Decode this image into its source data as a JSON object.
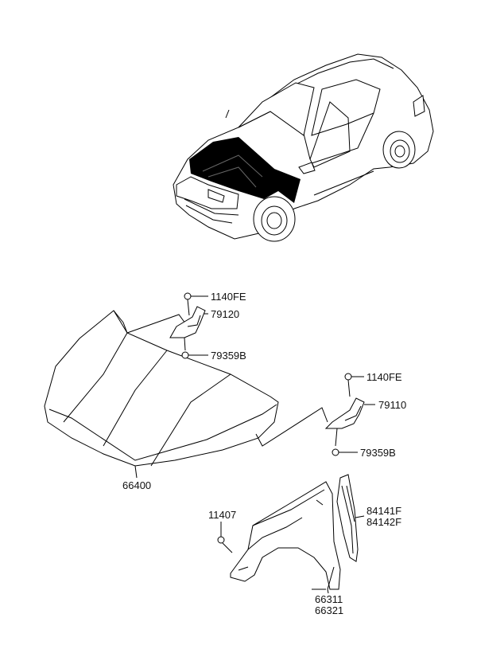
{
  "diagram": {
    "labels": {
      "hood_hinge_bolt_left": "1140FE",
      "hood_hinge_left": "79120",
      "hinge_nut_left": "79359B",
      "hood_hinge_bolt_right": "1140FE",
      "hood_hinge_right": "79110",
      "hinge_nut_right": "79359B",
      "hood_panel": "66400",
      "fender_bolt": "11407",
      "fender_insulator_1": "84141F",
      "fender_insulator_2": "84142F",
      "fender_panel_1": "66311",
      "fender_panel_2": "66321"
    }
  }
}
